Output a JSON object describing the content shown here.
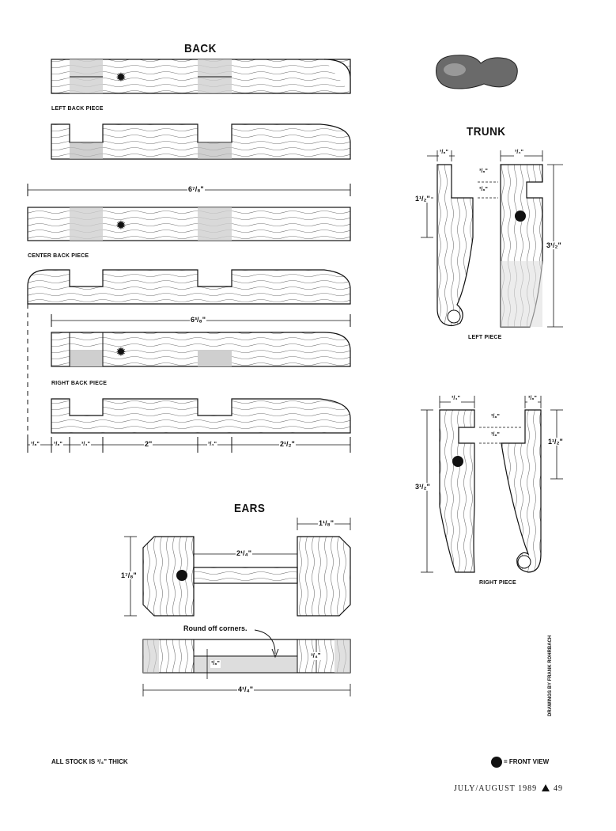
{
  "headings": {
    "back": "BACK",
    "trunk": "TRUNK",
    "ears": "EARS"
  },
  "captions": {
    "left_back_piece": "LEFT BACK PIECE",
    "center_back_piece": "CENTER BACK PIECE",
    "right_back_piece": "RIGHT BACK PIECE",
    "left_piece": "LEFT PIECE",
    "right_piece": "RIGHT PIECE"
  },
  "dimensions": {
    "center_length": "6⁷/₈\"",
    "right_length": "6³/₈\"",
    "bottom_row": [
      "³/₈\"",
      "³/₈\"",
      "³/₄\"",
      "2\"",
      "³/₄\"",
      "2¹/₂\""
    ],
    "trunk_left_top": "³/₈\"",
    "trunk_left_notch_a": "³/₈\"",
    "trunk_left_notch_b": "³/₈\"",
    "trunk_left_height": "1¹/₂\"",
    "trunk_left_front_top": "³/₄\"",
    "trunk_total_height": "3¹/₂\"",
    "trunk_right_top_a": "³/₄\"",
    "trunk_right_top_b": "³/₈\"",
    "trunk_right_notch_a": "³/₈\"",
    "trunk_right_notch_b": "³/₈\"",
    "trunk_right_height": "1¹/₂\"",
    "trunk_right_total": "3¹/₂\"",
    "ears_width_top": "1¹/₈\"",
    "ears_span": "2¹/₄\"",
    "ears_height": "1⁷/₈\"",
    "ears_thickness": "³/₄\"",
    "ears_bar": "³/₈\"",
    "ears_total": "4¹/₄\""
  },
  "notes": {
    "round_off": "Round off corners.",
    "stock": "ALL STOCK IS ³/₄\" THICK",
    "legend": "= FRONT VIEW",
    "credit": "DRAWINGS BY FRANK ROHRBACH"
  },
  "footer": {
    "issue": "JULY/AUGUST 1989",
    "page": "49"
  },
  "colors": {
    "ink": "#111111",
    "shade": "#cfcfcf",
    "paper": "#ffffff"
  }
}
